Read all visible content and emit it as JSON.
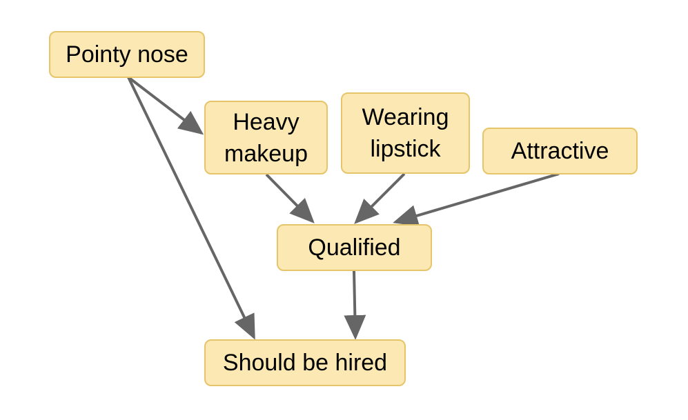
{
  "diagram": {
    "edge_color": "#666666",
    "node_fill": "#fce8b2",
    "node_border": "#e6c46a",
    "nodes": {
      "pointy_nose": "Pointy nose",
      "heavy_makeup": "Heavy\nmakeup",
      "wearing_lipstick": "Wearing\nlipstick",
      "attractive": "Attractive",
      "qualified": "Qualified",
      "should_be_hired": "Should be hired"
    },
    "edges": [
      {
        "from": "Pointy nose",
        "to": "Heavy makeup"
      },
      {
        "from": "Pointy nose",
        "to": "Should be hired"
      },
      {
        "from": "Heavy makeup",
        "to": "Qualified"
      },
      {
        "from": "Wearing lipstick",
        "to": "Qualified"
      },
      {
        "from": "Attractive",
        "to": "Qualified"
      },
      {
        "from": "Qualified",
        "to": "Should be hired"
      }
    ]
  }
}
